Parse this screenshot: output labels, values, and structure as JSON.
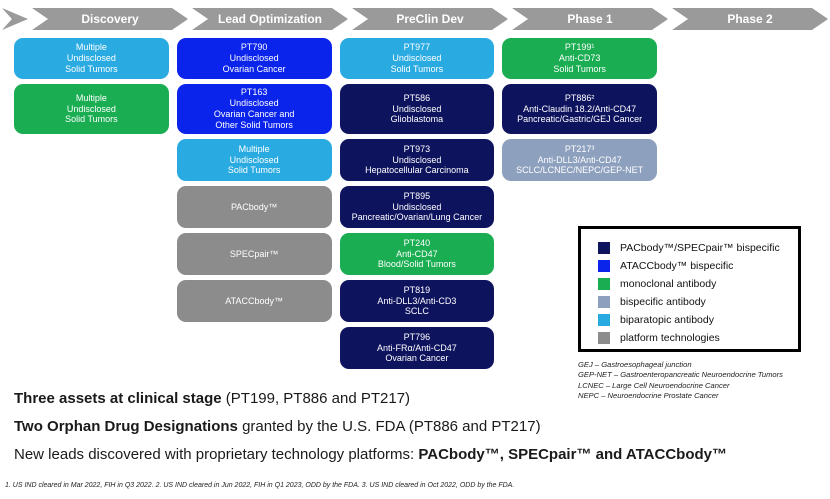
{
  "stages": [
    {
      "label": "Discovery"
    },
    {
      "label": "Lead Optimization"
    },
    {
      "label": "PreClin Dev"
    },
    {
      "label": "Phase 1"
    },
    {
      "label": "Phase 2"
    }
  ],
  "colors": {
    "navy": "#0e135e",
    "blue": "#0b24eb",
    "green": "#1aad52",
    "steel": "#8da0be",
    "cyan": "#29abe2",
    "gray": "#8c8c8c",
    "arrow": "#9a9a9a"
  },
  "pipeline_rows": [
    {
      "cells": [
        {
          "col": 0,
          "color": "cyan",
          "lines": [
            "Multiple",
            "Undisclosed",
            "Solid Tumors"
          ]
        },
        {
          "col": 1,
          "color": "blue",
          "lines": [
            "PT790",
            "Undisclosed",
            "Ovarian Cancer"
          ]
        },
        {
          "col": 2,
          "color": "cyan",
          "lines": [
            "PT977",
            "Undisclosed",
            "Solid Tumors"
          ]
        },
        {
          "col": 3,
          "color": "green",
          "lines": [
            "PT199¹",
            "Anti-CD73",
            "Solid Tumors"
          ]
        }
      ]
    },
    {
      "cells": [
        {
          "col": 0,
          "color": "green",
          "lines": [
            "Multiple",
            "Undisclosed",
            "Solid Tumors"
          ]
        },
        {
          "col": 1,
          "color": "blue",
          "lines": [
            "PT163",
            "Undisclosed",
            "Ovarian Cancer and",
            "Other Solid Tumors"
          ]
        },
        {
          "col": 2,
          "color": "navy",
          "lines": [
            "PT586",
            "Undisclosed",
            "Glioblastoma"
          ]
        },
        {
          "col": 3,
          "color": "navy",
          "lines": [
            "PT886²",
            "Anti-Claudin 18.2/Anti-CD47",
            "Pancreatic/Gastric/GEJ Cancer"
          ]
        }
      ]
    },
    {
      "cells": [
        {
          "col": 1,
          "color": "cyan",
          "lines": [
            "Multiple",
            "Undisclosed",
            "Solid Tumors"
          ]
        },
        {
          "col": 2,
          "color": "navy",
          "lines": [
            "PT973",
            "Undisclosed",
            "Hepatocellular Carcinoma"
          ]
        },
        {
          "col": 3,
          "color": "steel",
          "lines": [
            "PT217³",
            "Anti-DLL3/Anti-CD47",
            "SCLC/LCNEC/NEPC/GEP-NET"
          ]
        }
      ]
    },
    {
      "cells": [
        {
          "col": 1,
          "color": "gray",
          "lines": [
            "PACbody™"
          ]
        },
        {
          "col": 2,
          "color": "navy",
          "lines": [
            "PT895",
            "Undisclosed",
            "Pancreatic/Ovarian/Lung Cancer"
          ]
        }
      ]
    },
    {
      "cells": [
        {
          "col": 1,
          "color": "gray",
          "lines": [
            "SPECpair™"
          ]
        },
        {
          "col": 2,
          "color": "green",
          "lines": [
            "PT240",
            "Anti-CD47",
            "Blood/Solid Tumors"
          ]
        }
      ]
    },
    {
      "cells": [
        {
          "col": 1,
          "color": "gray",
          "lines": [
            "ATACCbody™"
          ]
        },
        {
          "col": 2,
          "color": "navy",
          "lines": [
            "PT819",
            "Anti-DLL3/Anti-CD3",
            "SCLC"
          ]
        }
      ]
    },
    {
      "cells": [
        {
          "col": 2,
          "color": "navy",
          "lines": [
            "PT796",
            "Anti-FRα/Anti-CD47",
            "Ovarian Cancer"
          ]
        }
      ]
    }
  ],
  "legend": {
    "items": [
      {
        "color": "navy",
        "label": "PACbody™/SPECpair™ bispecific"
      },
      {
        "color": "blue",
        "label": "ATACCbody™ bispecific"
      },
      {
        "color": "green",
        "label": "monoclonal antibody"
      },
      {
        "color": "steel",
        "label": "bispecific antibody"
      },
      {
        "color": "cyan",
        "label": "biparatopic antibody"
      },
      {
        "color": "gray",
        "label": "platform technologies"
      }
    ]
  },
  "abbreviations": [
    "GEJ – Gastroesophageal junction",
    "GEP-NET – Gastroenteropancreatic Neuroendocrine Tumors",
    "LCNEC – Large Cell Neuroendocrine Cancer",
    "NEPC – Neuroendocrine Prostate Cancer"
  ],
  "statements": {
    "s1_bold": "Three assets at clinical stage",
    "s1_rest": " (PT199, PT886 and PT217)",
    "s2_bold": "Two Orphan Drug Designations",
    "s2_rest": " granted by the U.S. FDA (PT886 and PT217)",
    "s3_pre": "New leads discovered with proprietary technology platforms: ",
    "s3_bold": "PACbody™, SPECpair™ and ATACCbody™"
  },
  "footnote": "1. US IND cleared in Mar 2022, FIH in Q3 2022.  2. US IND cleared in Jun 2022, FIH in Q1 2023, ODD by the FDA.  3. US IND cleared in Oct 2022, ODD by the FDA."
}
